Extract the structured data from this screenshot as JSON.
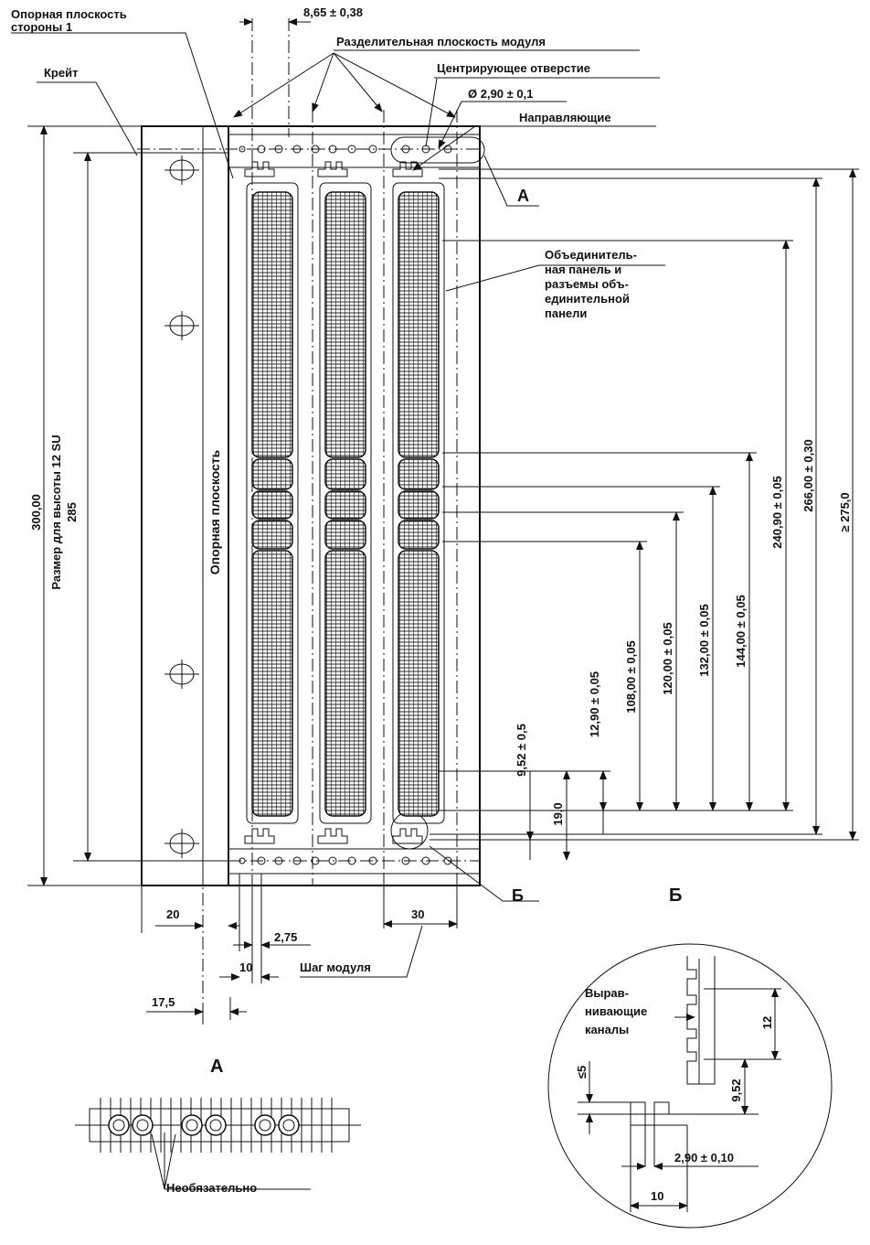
{
  "labels": {
    "ref_plane_side1": [
      "Опорная плоскость",
      "стороны 1"
    ],
    "crate": "Крейт",
    "module_partition_plane": "Разделительная плоскость модуля",
    "centering_hole": "Центрирующее отверстие",
    "guides": "Направляющие",
    "backplane_note": [
      "Объединитель-",
      "ная панель и",
      "разъемы объ-",
      "единительной",
      "панели"
    ],
    "ref_plane": "Опорная плоскость",
    "height_size": "Размер для высоты 12 SU",
    "module_pitch": "Шаг модуля",
    "view_a_callout": "А",
    "view_b_callout": "Б",
    "view_a_title": "А",
    "view_b_title": "Б",
    "optional": "Необязательно",
    "alignment_channels": [
      "Вырав-",
      "нивающие",
      "каналы"
    ]
  },
  "dimensions": {
    "top_width": "8,65 ± 0,38",
    "hole_diameter": "Ø 2,90 ± 0,1",
    "total_height": "300,00",
    "height_285": "285",
    "d_275": "≥ 275,0",
    "d_266": "266,00 ± 0,30",
    "d_240": "240,90 ± 0,05",
    "d_144": "144,00 ± 0,05",
    "d_132": "132,00 ± 0,05",
    "d_120": "120,00 ± 0,05",
    "d_108": "108,00 ± 0,05",
    "d_12_90": "12,90 ± 0,05",
    "d_9_52_tol": "9,52 ± 0,5",
    "d_19": "19,0",
    "d_20": "20",
    "d_2_75": "2,75",
    "d_10": "10",
    "d_30": "30",
    "d_17_5": "17,5",
    "b_12": "12",
    "b_le5": "≤5",
    "b_9_52": "9,52",
    "b_2_90": "2,90 ± 0,10",
    "b_10": "10"
  }
}
